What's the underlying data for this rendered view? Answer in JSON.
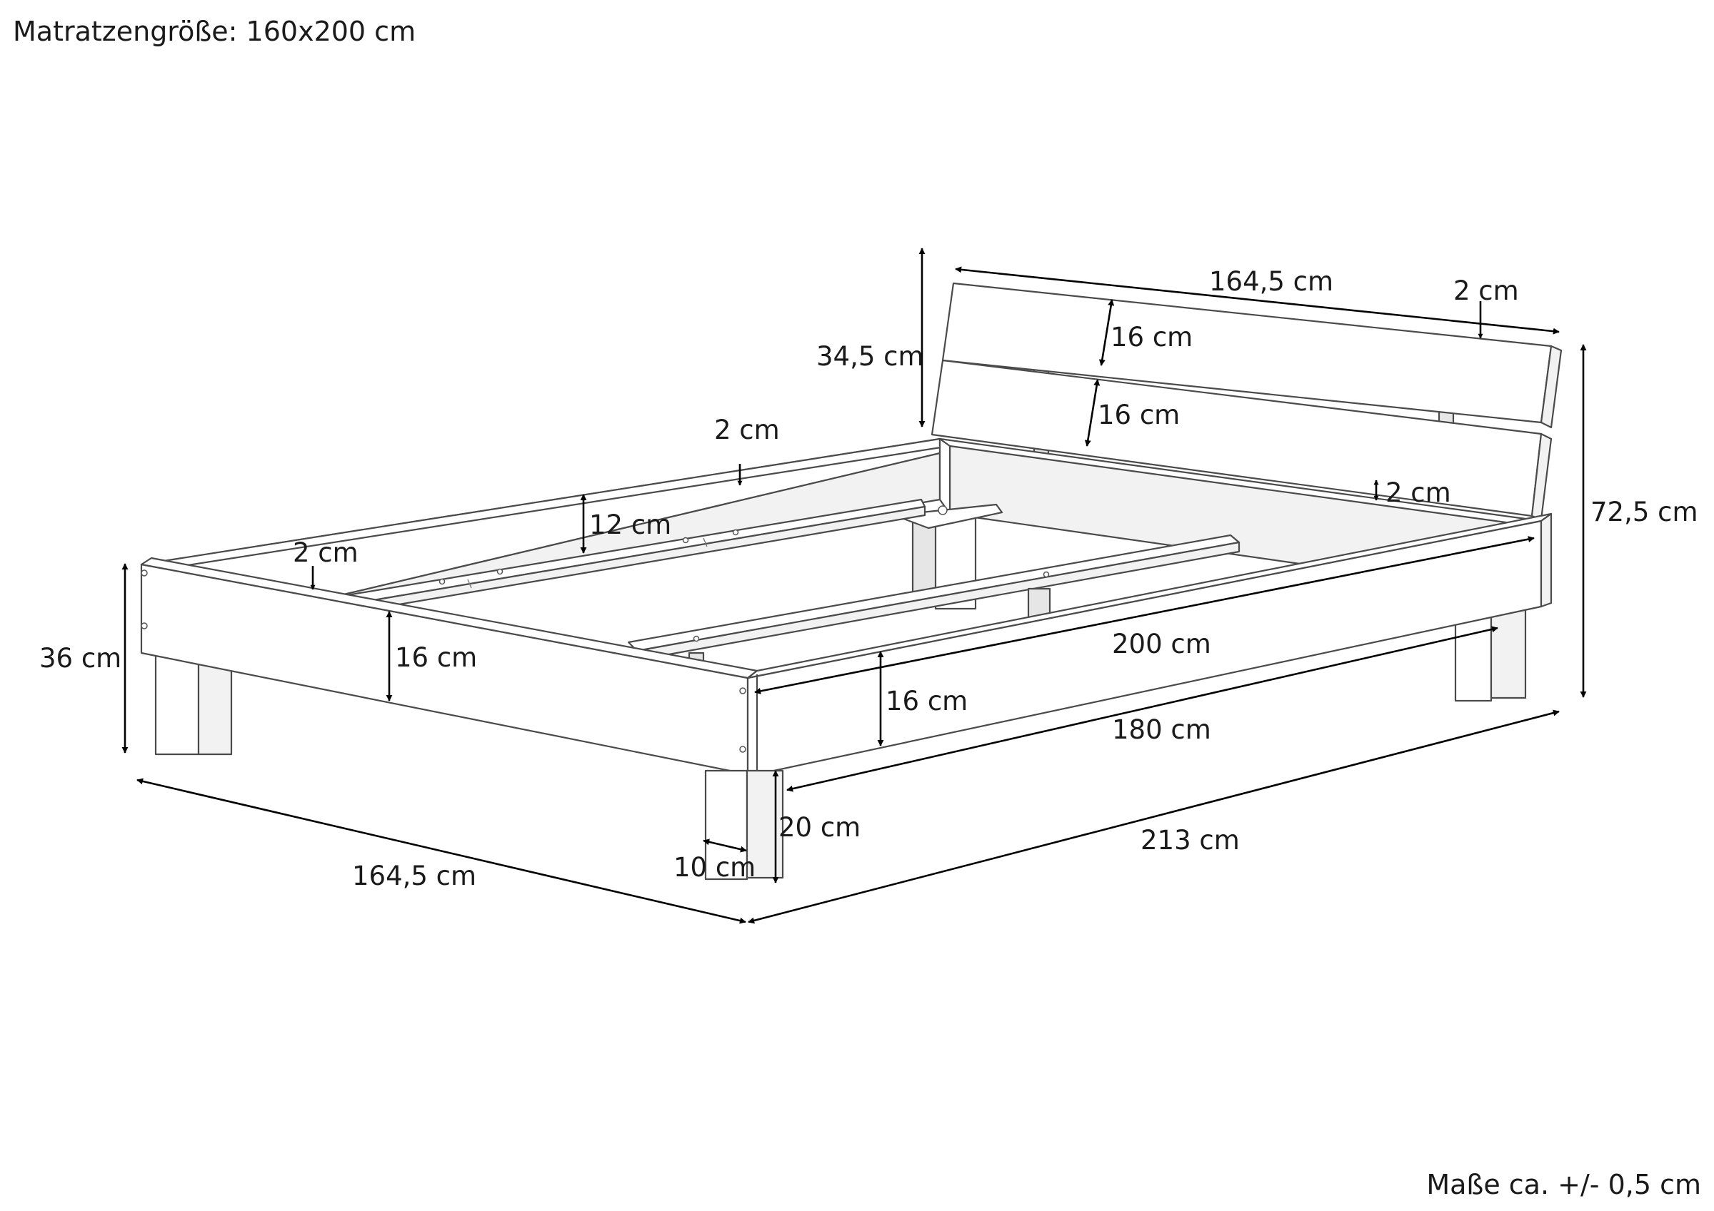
{
  "header": {
    "mattress_size": "Matratzengröße: 160x200 cm"
  },
  "footer": {
    "tolerance": "Maße ca. +/- 0,5 cm"
  },
  "dimensions": {
    "headboard_width": "164,5 cm",
    "headboard_thickness": "2 cm",
    "headboard_board_upper": "16 cm",
    "headboard_board_lower": "16 cm",
    "headboard_height": "34,5 cm",
    "headboard_gap": "2 cm",
    "total_height": "72,5 cm",
    "back_frame_thickness": "2 cm",
    "back_frame_height": "12 cm",
    "front_frame_thickness": "2 cm",
    "front_frame_height": "16 cm",
    "side_frame_height": "16 cm",
    "bed_height": "36 cm",
    "inner_length": "200 cm",
    "side_length": "180 cm",
    "total_length": "213 cm",
    "total_width": "164,5 cm",
    "leg_height": "20 cm",
    "leg_width": "10 cm"
  }
}
